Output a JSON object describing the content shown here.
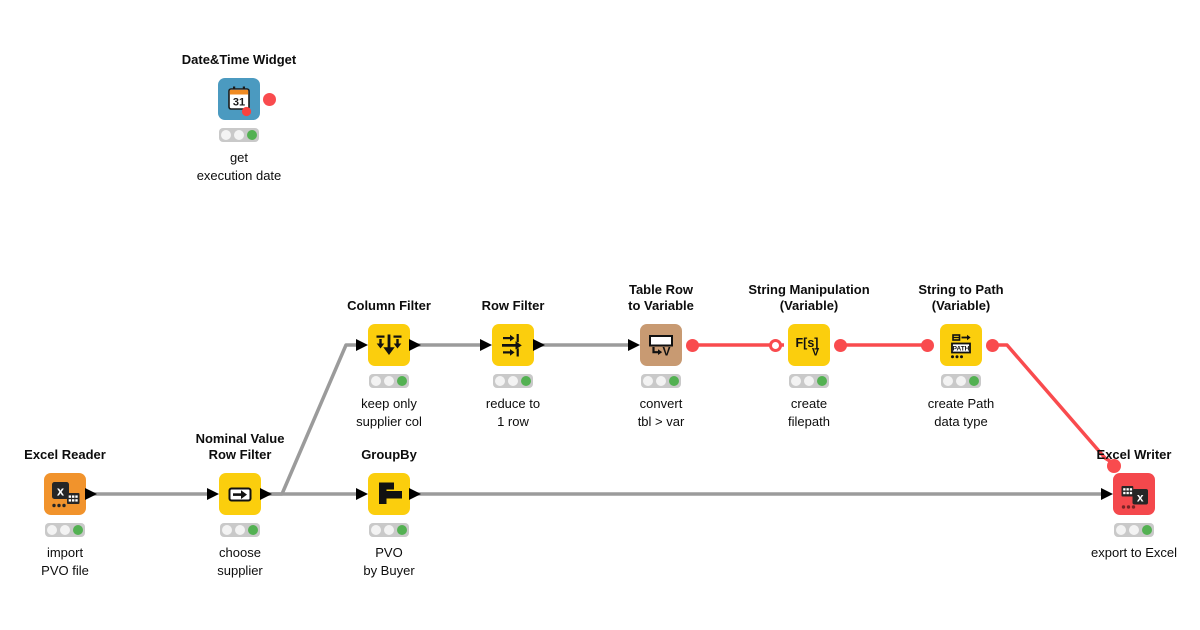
{
  "workflow": {
    "background_color": "#FFFFFF",
    "connection_colors": {
      "data": "#9B9B9B",
      "flow_variable": "#F94B4E"
    },
    "status_colors": {
      "frame": "#C9C9C9",
      "inactive": "#F3F3F3",
      "executed": "#53B152"
    },
    "nodes": [
      {
        "name": "date-time-widget",
        "title": "Date&Time Widget",
        "label": "get\nexecution date",
        "color": "#4B9AC0",
        "icon": "calendar-icon",
        "icon_text": "31",
        "status": "executed",
        "ports": {
          "output": "flow-variable"
        }
      },
      {
        "name": "excel-reader",
        "title": "Excel Reader",
        "label": "import\nPVO file",
        "color": "#F1932C",
        "icon": "excel-file-icon",
        "icon_text": "x",
        "status": "executed",
        "ports": {
          "output": "data"
        }
      },
      {
        "name": "nominal-value-row-filter",
        "title": "Nominal Value\nRow Filter",
        "label": "choose\nsupplier",
        "color": "#FBCE0D",
        "icon": "row-arrow-icon",
        "status": "executed",
        "ports": {
          "input": "data",
          "output": "data"
        }
      },
      {
        "name": "column-filter",
        "title": "Column Filter",
        "label": "keep only\nsupplier col",
        "color": "#FBCE0D",
        "icon": "column-filter-icon",
        "status": "executed",
        "ports": {
          "input": "data",
          "output": "data"
        }
      },
      {
        "name": "row-filter",
        "title": "Row Filter",
        "label": "reduce to\n1 row",
        "color": "#FBCE0D",
        "icon": "row-filter-icon",
        "status": "executed",
        "ports": {
          "input": "data",
          "output": "data"
        }
      },
      {
        "name": "table-row-to-variable",
        "title": "Table Row\nto Variable",
        "label": "convert\ntbl > var",
        "color": "#C89A72",
        "icon": "table-to-variable-icon",
        "icon_text": "V",
        "status": "executed",
        "ports": {
          "input": "data",
          "output": "flow-variable"
        }
      },
      {
        "name": "string-manipulation-variable",
        "title": "String Manipulation\n(Variable)",
        "label": "create\nfilepath",
        "color": "#FBCE0D",
        "icon": "string-function-icon",
        "icon_text": "F[s]",
        "icon_subtext": "V",
        "status": "executed",
        "ports": {
          "input": "flow-variable-optional",
          "output": "flow-variable"
        }
      },
      {
        "name": "string-to-path-variable",
        "title": "String to Path\n(Variable)",
        "label": "create Path\ndata type",
        "color": "#FBCE0D",
        "icon": "string-to-path-icon",
        "icon_text": "PATH",
        "status": "executed",
        "ports": {
          "input": "flow-variable",
          "output": "flow-variable"
        }
      },
      {
        "name": "groupby",
        "title": "GroupBy",
        "label": "PVO\nby Buyer",
        "color": "#FBCE0D",
        "icon": "groupby-icon",
        "status": "executed",
        "ports": {
          "input": "data",
          "output": "data"
        }
      },
      {
        "name": "excel-writer",
        "title": "Excel Writer",
        "label": "export to Excel",
        "color": "#F4484C",
        "icon": "excel-write-icon",
        "icon_text": "x",
        "status": "executed",
        "ports": {
          "input": "data",
          "top_input": "flow-variable"
        }
      }
    ],
    "connections": [
      {
        "from": "excel-reader",
        "to": "nominal-value-row-filter",
        "type": "data"
      },
      {
        "from": "nominal-value-row-filter",
        "to": "column-filter",
        "type": "data"
      },
      {
        "from": "nominal-value-row-filter",
        "to": "groupby",
        "type": "data"
      },
      {
        "from": "column-filter",
        "to": "row-filter",
        "type": "data"
      },
      {
        "from": "row-filter",
        "to": "table-row-to-variable",
        "type": "data"
      },
      {
        "from": "table-row-to-variable",
        "to": "string-manipulation-variable",
        "type": "flow_variable"
      },
      {
        "from": "string-manipulation-variable",
        "to": "string-to-path-variable",
        "type": "flow_variable"
      },
      {
        "from": "string-to-path-variable",
        "to": "excel-writer",
        "type": "flow_variable"
      },
      {
        "from": "groupby",
        "to": "excel-writer",
        "type": "data"
      }
    ]
  }
}
